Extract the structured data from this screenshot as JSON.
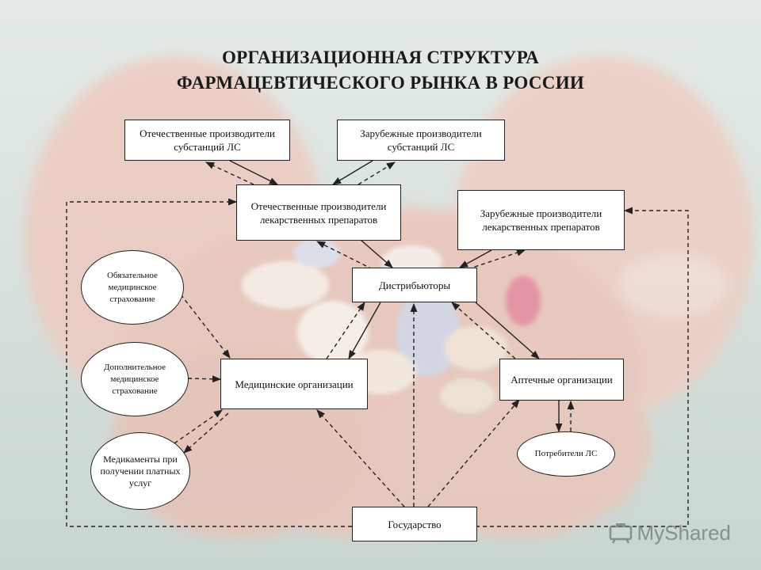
{
  "slide": {
    "title_line1": "ОРГАНИЗАЦИОННАЯ СТРУКТУРА",
    "title_line2": "ФАРМАЦЕВТИЧЕСКОГО РЫНКА В РОССИИ"
  },
  "nodes": {
    "domestic_substances": "Отечественные производители субстанций ЛС",
    "foreign_substances": "Зарубежные производители субстанций ЛС",
    "domestic_drugs": "Отечественные производители лекарственных препаратов",
    "foreign_drugs": "Зарубежные производители лекарственных препаратов",
    "distributors": "Дистрибьюторы",
    "medical_orgs": "Медицинские организации",
    "pharmacies": "Аптечные организации",
    "state": "Государство",
    "mandatory_insurance": "Обязательное медицинское страхование",
    "additional_insurance": "Дополнительное медицинское страхование",
    "paid_services": "Медикаменты при получении платных услуг",
    "consumers": "Потребители ЛС"
  },
  "watermark": {
    "text": "MyShared",
    "icon": "presentation-board-icon"
  },
  "colors": {
    "line": "#222222",
    "box_fill": "#ffffff",
    "title": "#1a1a1a"
  }
}
